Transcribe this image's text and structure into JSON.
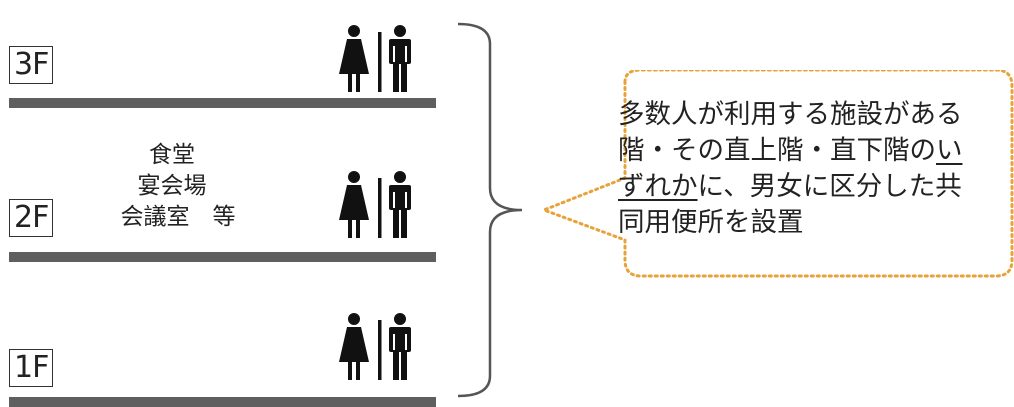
{
  "floors": [
    {
      "label": "3F"
    },
    {
      "label": "2F"
    },
    {
      "label": "1F"
    }
  ],
  "facility_lines": [
    "食堂",
    "宴会場",
    "会議室　等"
  ],
  "callout": {
    "line1": "多数人が利用する施設がある",
    "line2_plain": "階・その直上階・直下階の",
    "line2_ul": "い",
    "line3_ul": "ずれか",
    "line3_plain": "に、男女に区分した共",
    "line4": "同用便所を設置"
  },
  "icons": {
    "restroom": "restroom-male-female-icon"
  },
  "colors": {
    "floor_line": "#5f5f5f",
    "icon": "#111111",
    "bubble_border": "#e8a23a",
    "text": "#222222"
  }
}
